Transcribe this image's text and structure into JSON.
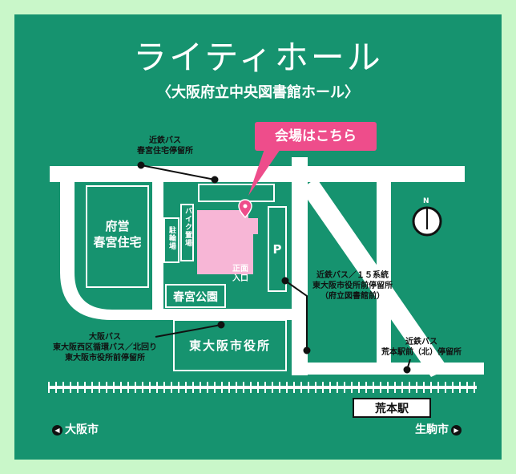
{
  "title": "ライティホール",
  "subtitle": "〈大阪府立中央図書館ホール〉",
  "callout": "会場はこちら",
  "places": {
    "housing": [
      "府営",
      "春宮住宅"
    ],
    "bike_parking": "バイク置場",
    "bicycle_parking": "駐輪場",
    "entrance": [
      "正面",
      "入口"
    ],
    "parking": "P",
    "park": "春宮公園",
    "city_office": "東大阪市役所",
    "station": "荒本駅",
    "north": "N"
  },
  "stops": {
    "kintetsu_haruhiya": [
      "近鉄バス",
      "春宮住宅停留所"
    ],
    "kintetsu_15": [
      "近鉄バス／１５系統",
      "東大阪市役所前停留所",
      "（府立図書館前）"
    ],
    "osaka_bus": [
      "大阪バス",
      "東大阪西区循環バス／北回り",
      "東大阪市役所前停留所"
    ],
    "kintetsu_aramoto": [
      "近鉄バス",
      "荒本駅前（北）停留所"
    ]
  },
  "directions": {
    "left": {
      "arrow": "◀",
      "label": "大阪市"
    },
    "right": {
      "arrow": "▶",
      "label": "生駒市"
    }
  },
  "colors": {
    "border": "#c9f7c9",
    "background": "#16936f",
    "road": "#ffffff",
    "venue": "#f7b6d6",
    "accent": "#ee4d8b",
    "outline": "#ffffff"
  }
}
